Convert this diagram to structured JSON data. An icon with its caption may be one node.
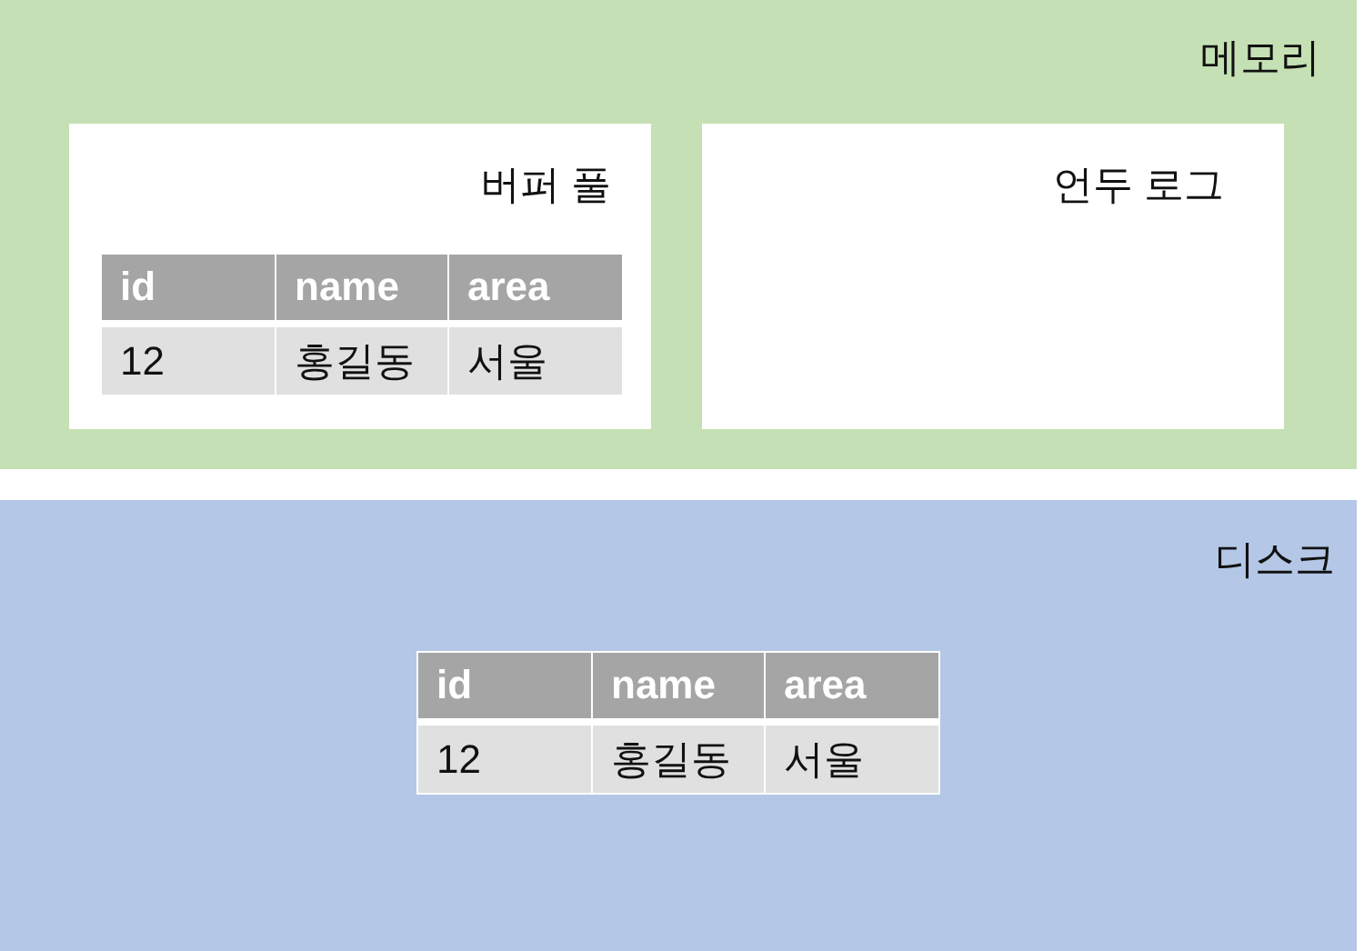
{
  "diagram": {
    "nodes": [
      {
        "text": [
          "메모리"
        ]
      },
      {
        "text": [
          "버퍼 풀"
        ],
        "in": 0
      },
      {
        "text": [
          "언두 로그"
        ],
        "in": 0
      },
      {
        "text": [
          "디스크"
        ]
      }
    ],
    "labels": [
      "id",
      "name",
      "area",
      "12",
      "홍길동",
      "서울",
      "id",
      "name",
      "area",
      "12",
      "홍길동",
      "서울"
    ]
  }
}
